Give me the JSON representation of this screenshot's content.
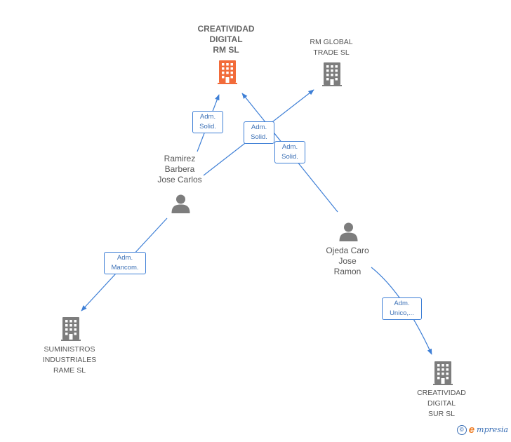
{
  "colors": {
    "focus_building": "#f26b3a",
    "building": "#7d7d7d",
    "person": "#7d7d7d",
    "edge": "#3e7fd6",
    "edge_label_border": "#3e7fd6",
    "edge_label_text": "#3a6fb5"
  },
  "nodes": {
    "creatividad_rm": {
      "lines": [
        "CREATIVIDAD",
        "DIGITAL",
        "RM  SL"
      ],
      "icon": "building-icon"
    },
    "rm_global": {
      "lines": [
        "RM GLOBAL",
        "TRADE SL"
      ],
      "icon": "building-icon"
    },
    "ramirez": {
      "lines": [
        "Ramirez",
        "Barbera",
        "Jose Carlos"
      ],
      "icon": "person-icon"
    },
    "ojeda": {
      "lines": [
        "Ojeda Caro",
        "Jose",
        "Ramon"
      ],
      "icon": "person-icon"
    },
    "suministros": {
      "lines": [
        "SUMINISTROS",
        "INDUSTRIALES",
        "RAME SL"
      ],
      "icon": "building-icon"
    },
    "creatividad_sur": {
      "lines": [
        "CREATIVIDAD",
        "DIGITAL",
        "SUR  SL"
      ],
      "icon": "building-icon"
    }
  },
  "edges": [
    {
      "from": "Ramirez Barbera Jose Carlos",
      "to": "CREATIVIDAD DIGITAL RM SL",
      "label": [
        "Adm.",
        "Solid."
      ]
    },
    {
      "from": "Ramirez Barbera Jose Carlos",
      "to": "RM GLOBAL TRADE SL",
      "label": [
        "Adm.",
        "Solid."
      ]
    },
    {
      "from": "Ojeda Caro Jose Ramon",
      "to": "CREATIVIDAD DIGITAL RM SL",
      "label": [
        "Adm.",
        "Solid."
      ]
    },
    {
      "from": "Ramirez Barbera Jose Carlos",
      "to": "SUMINISTROS INDUSTRIALES RAME SL",
      "label": [
        "Adm.",
        "Mancom."
      ]
    },
    {
      "from": "Ojeda Caro Jose Ramon",
      "to": "CREATIVIDAD DIGITAL SUR SL",
      "label": [
        "Adm.",
        "Unico,..."
      ]
    }
  ],
  "watermark": {
    "symbol": "©",
    "brand_initial": "e",
    "brand_rest": "mpresia"
  }
}
